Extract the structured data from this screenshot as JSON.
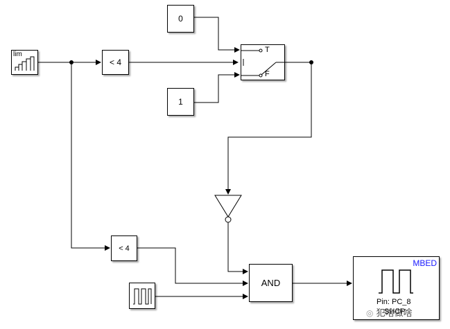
{
  "blocks": {
    "const_zero": {
      "value": "0"
    },
    "const_one": {
      "value": "1"
    },
    "rep_source": {
      "label": "lim"
    },
    "compare_top": {
      "label": "< 4"
    },
    "compare_bottom": {
      "label": "< 4"
    },
    "switch_block": {
      "true_label": "T",
      "false_label": "F"
    },
    "and_block": {
      "label": "AND"
    },
    "mbed_block": {
      "title": "MBED",
      "pin_text": "Pin: PC_8",
      "name": "SHCP"
    }
  },
  "colors": {
    "line": "#000000",
    "mbed_title": "#1a1aff"
  },
  "watermark": {
    "text": "犯啥做啥"
  }
}
